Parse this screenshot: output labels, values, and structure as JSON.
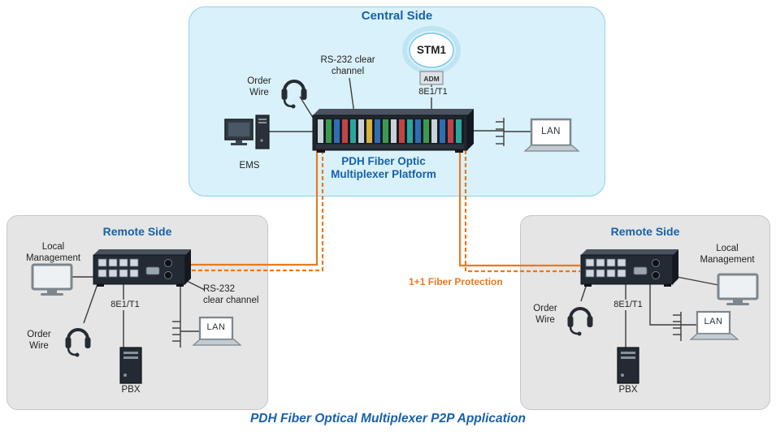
{
  "colors": {
    "accent_blue": "#1761ab",
    "orange": "#e87a1e",
    "central_panel_bg": "#d9f1fa",
    "central_panel_border": "#8fd0e9",
    "remote_panel_bg": "#e5e5e5",
    "remote_panel_border": "#c6c6c6",
    "text_dark": "#1f1f1f"
  },
  "caption": "PDH Fiber Optical Multiplexer P2P Application",
  "fiber_protection_label": "1+1 Fiber Protection",
  "central": {
    "title": "Central Side",
    "stm1_label": "STM1",
    "adm_label": "ADM",
    "e1_label": "8E1/T1",
    "rs232_label": "RS-232 clear\nchannel",
    "order_wire_label": "Order\nWire",
    "ems_label": "EMS",
    "platform_label": "PDH Fiber Optic\nMultiplexer Platform",
    "lan_label": "LAN"
  },
  "remote_left": {
    "title": "Remote Side",
    "local_management_label": "Local\nManagement",
    "rs232_label": "RS-232\nclear channel",
    "e1_label": "8E1/T1",
    "order_wire_label": "Order\nWire",
    "pbx_label": "PBX",
    "lan_label": "LAN"
  },
  "remote_right": {
    "title": "Remote Side",
    "local_management_label": "Local\nManagement",
    "order_wire_label": "Order\nWire",
    "e1_label": "8E1/T1",
    "pbx_label": "PBX",
    "lan_label": "LAN"
  }
}
